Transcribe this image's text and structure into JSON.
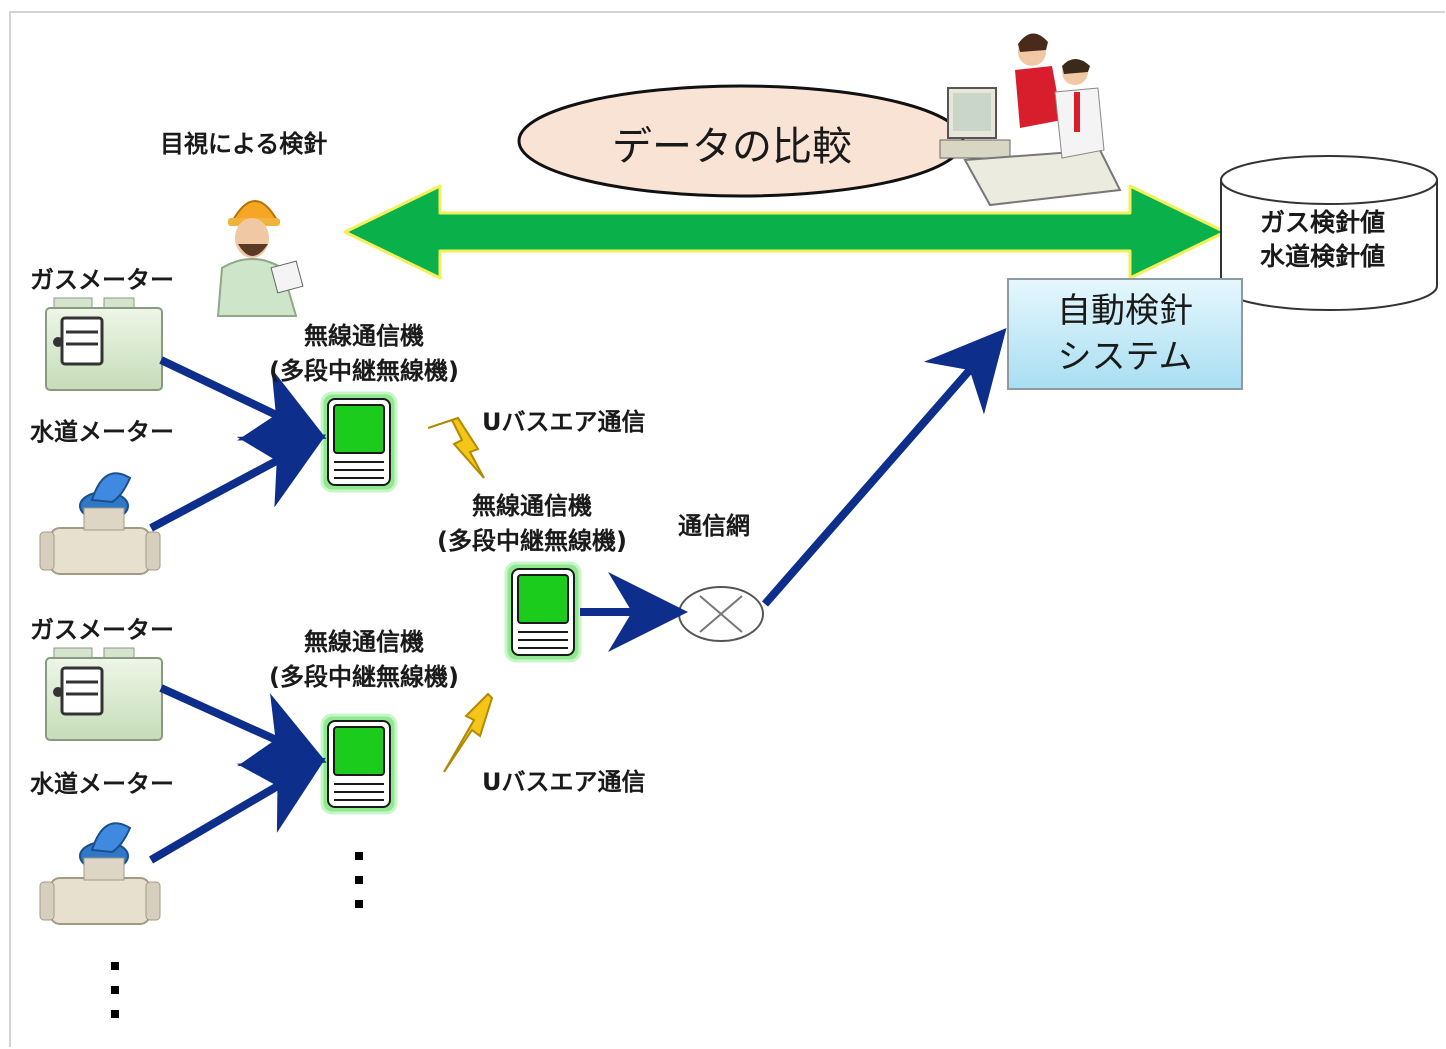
{
  "comparison": {
    "label": "データの比較"
  },
  "visual_inspection": {
    "label": "目視による検針"
  },
  "meters": {
    "gas": "ガスメーター",
    "water": "水道メーター"
  },
  "relay": {
    "line1": "無線通信機",
    "line2": "(多段中継無線機)"
  },
  "air_comm": {
    "label": "Uバスエア通信"
  },
  "network": {
    "label": "通信網"
  },
  "system": {
    "line1": "自動検針",
    "line2": "システム"
  },
  "database": {
    "line1": "ガス検針値",
    "line2": "水道検針値"
  },
  "colors": {
    "arrow_blue": "#0e2e8c",
    "arrow_green": "#0ab04a",
    "device_green": "#1ccc1c",
    "system_box": "#c8ecf8",
    "ellipse_fill": "#f8e3d5"
  }
}
